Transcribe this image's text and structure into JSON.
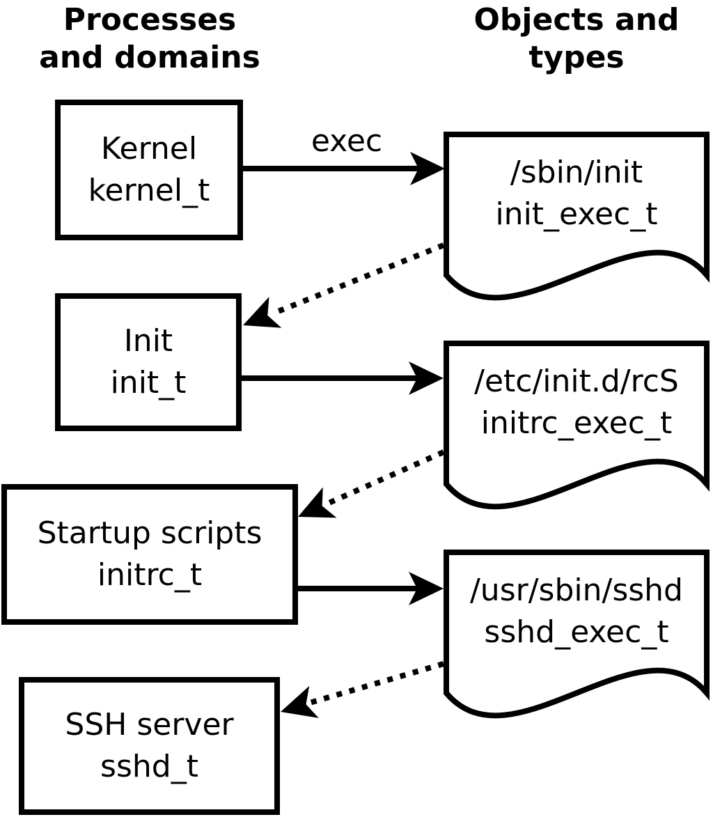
{
  "colors": {
    "stroke": "#000000",
    "background": "#ffffff",
    "text": "#000000"
  },
  "headers": {
    "left": "Processes\nand domains",
    "right": "Objects and\ntypes"
  },
  "process_nodes": [
    {
      "id": "kernel",
      "name": "Kernel",
      "type": "kernel_t"
    },
    {
      "id": "init",
      "name": "Init",
      "type": "init_t"
    },
    {
      "id": "startup_scripts",
      "name": "Startup scripts",
      "type": "initrc_t"
    },
    {
      "id": "ssh_server",
      "name": "SSH server",
      "type": "sshd_t"
    }
  ],
  "object_nodes": [
    {
      "id": "sbin_init",
      "path": "/sbin/init",
      "type": "init_exec_t"
    },
    {
      "id": "etc_initd_rcs",
      "path": "/etc/init.d/rcS",
      "type": "initrc_exec_t"
    },
    {
      "id": "usr_sbin_sshd",
      "path": "/usr/sbin/sshd",
      "type": "sshd_exec_t"
    }
  ],
  "edges": {
    "exec_arrows": [
      {
        "from": "kernel",
        "to": "sbin_init",
        "label": "exec",
        "style": "solid"
      },
      {
        "from": "init",
        "to": "etc_initd_rcs",
        "label": "",
        "style": "solid"
      },
      {
        "from": "startup_scripts",
        "to": "usr_sbin_sshd",
        "label": "",
        "style": "solid"
      }
    ],
    "transition_arrows": [
      {
        "from": "sbin_init",
        "to": "init",
        "style": "dotted"
      },
      {
        "from": "etc_initd_rcs",
        "to": "startup_scripts",
        "style": "dotted"
      },
      {
        "from": "usr_sbin_sshd",
        "to": "ssh_server",
        "style": "dotted"
      }
    ]
  }
}
